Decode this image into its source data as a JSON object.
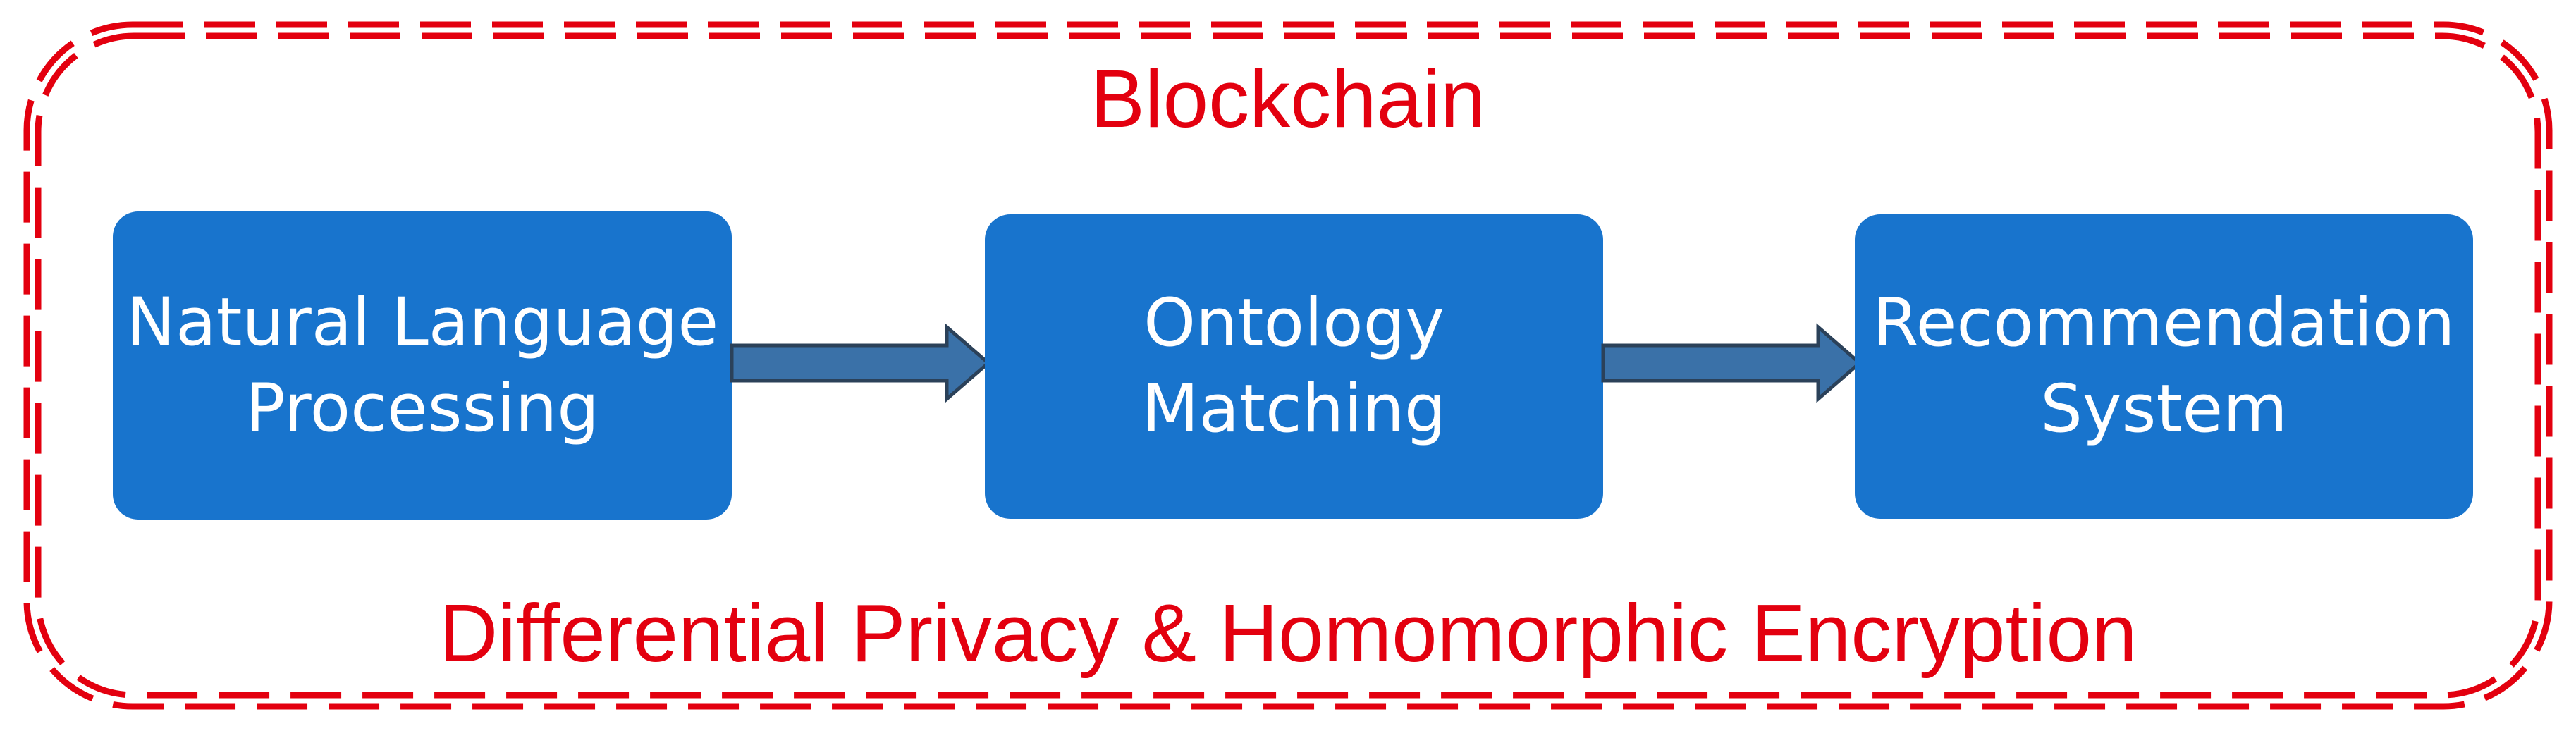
{
  "frame": {
    "top_label": "Blockchain",
    "bottom_label": "Differential Privacy & Homomorphic Encryption",
    "accent_color": "#e3000f"
  },
  "boxes": [
    {
      "id": "nlp",
      "lines": [
        "Natural Language",
        "Processing"
      ]
    },
    {
      "id": "ontology",
      "lines": [
        "Ontology",
        "Matching"
      ]
    },
    {
      "id": "recommendation",
      "lines": [
        "Recommendation",
        "System"
      ]
    }
  ],
  "arrows": [
    {
      "from": "nlp",
      "to": "ontology"
    },
    {
      "from": "ontology",
      "to": "recommendation"
    }
  ],
  "colors": {
    "box_fill": "#1874cd",
    "box_text": "#ffffff",
    "arrow_fill": "#3a71a8",
    "arrow_stroke": "#2b4159",
    "frame_stroke": "#e3000f"
  }
}
